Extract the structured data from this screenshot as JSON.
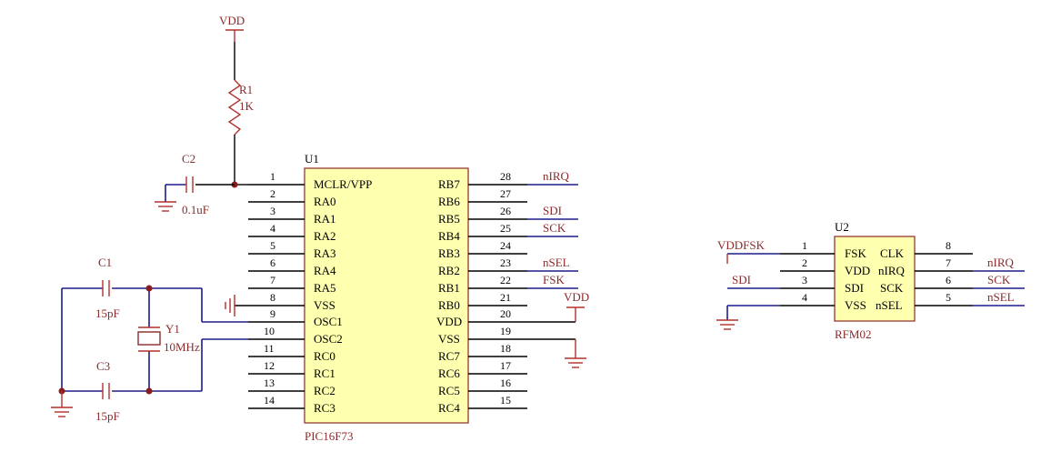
{
  "power": {
    "vdd": "VDD"
  },
  "r1": {
    "ref": "R1",
    "value": "1K"
  },
  "c2": {
    "ref": "C2",
    "value": "0.1uF"
  },
  "c1": {
    "ref": "C1",
    "value": "15pF"
  },
  "c3": {
    "ref": "C3",
    "value": "15pF"
  },
  "y1": {
    "ref": "Y1",
    "value": "10MHz"
  },
  "u1": {
    "ref": "U1",
    "part": "PIC16F73",
    "left_pins": [
      {
        "num": "1",
        "name": "MCLR/VPP"
      },
      {
        "num": "2",
        "name": "RA0"
      },
      {
        "num": "3",
        "name": "RA1"
      },
      {
        "num": "4",
        "name": "RA2"
      },
      {
        "num": "5",
        "name": "RA3"
      },
      {
        "num": "6",
        "name": "RA4"
      },
      {
        "num": "7",
        "name": "RA5"
      },
      {
        "num": "8",
        "name": "VSS"
      },
      {
        "num": "9",
        "name": "OSC1"
      },
      {
        "num": "10",
        "name": "OSC2"
      },
      {
        "num": "11",
        "name": "RC0"
      },
      {
        "num": "12",
        "name": "RC1"
      },
      {
        "num": "13",
        "name": "RC2"
      },
      {
        "num": "14",
        "name": "RC3"
      }
    ],
    "right_pins": [
      {
        "num": "28",
        "name": "RB7",
        "net": "nIRQ"
      },
      {
        "num": "27",
        "name": "RB6",
        "net": ""
      },
      {
        "num": "26",
        "name": "RB5",
        "net": "SDI"
      },
      {
        "num": "25",
        "name": "RB4",
        "net": "SCK"
      },
      {
        "num": "24",
        "name": "RB3",
        "net": ""
      },
      {
        "num": "23",
        "name": "RB2",
        "net": "nSEL"
      },
      {
        "num": "22",
        "name": "RB1",
        "net": "FSK"
      },
      {
        "num": "21",
        "name": "RB0",
        "net": ""
      },
      {
        "num": "20",
        "name": "VDD",
        "net": "VDD"
      },
      {
        "num": "19",
        "name": "VSS",
        "net": ""
      },
      {
        "num": "18",
        "name": "RC7",
        "net": ""
      },
      {
        "num": "17",
        "name": "RC6",
        "net": ""
      },
      {
        "num": "16",
        "name": "RC5",
        "net": ""
      },
      {
        "num": "15",
        "name": "RC4",
        "net": ""
      }
    ]
  },
  "u2": {
    "ref": "U2",
    "part": "RFM02",
    "left_pins": [
      {
        "num": "1",
        "name": "FSK",
        "net": "VDDFSK"
      },
      {
        "num": "2",
        "name": "VDD",
        "net": ""
      },
      {
        "num": "3",
        "name": "SDI",
        "net": "SDI"
      },
      {
        "num": "4",
        "name": "VSS",
        "net": ""
      }
    ],
    "right_pins": [
      {
        "num": "8",
        "name": "CLK",
        "net": ""
      },
      {
        "num": "7",
        "name": "nIRQ",
        "net": "nIRQ"
      },
      {
        "num": "6",
        "name": "SCK",
        "net": "SCK"
      },
      {
        "num": "5",
        "name": "nSEL",
        "net": "nSEL"
      }
    ]
  }
}
